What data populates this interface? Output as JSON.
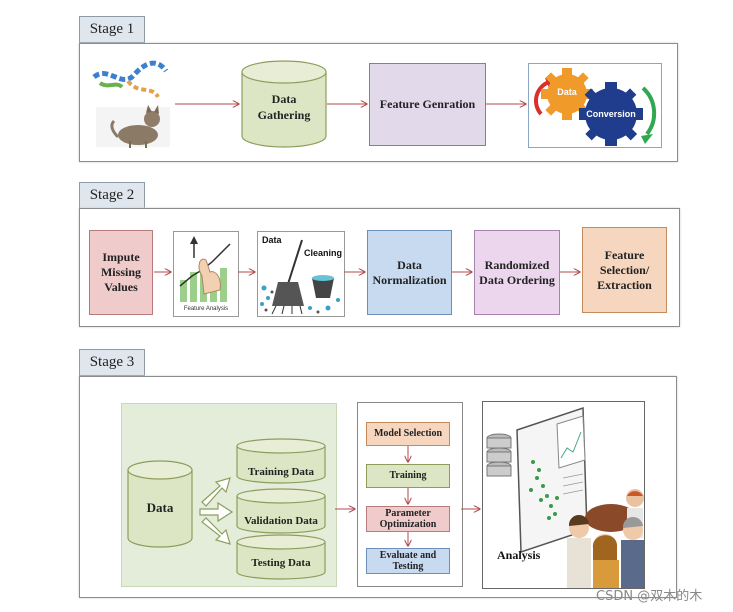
{
  "stages": [
    {
      "label": "Stage 1"
    },
    {
      "label": "Stage 2"
    },
    {
      "label": "Stage 3"
    }
  ],
  "stage1": {
    "data_gathering": "Data Gathering",
    "feature_generation": "Feature Genration",
    "gear_data": "Data",
    "gear_conversion": "Conversion"
  },
  "stage2": {
    "impute": "Impute Missing Values",
    "feature_analysis_caption": "Feature Analysis",
    "cleaning_data": "Data",
    "cleaning_word": "Cleaning",
    "normalization": "Data Normalization",
    "randomized": "Randomized Data Ordering",
    "feature_selection": "Feature Selection/ Extraction"
  },
  "stage3": {
    "data": "Data",
    "training_data": "Training Data",
    "validation_data": "Validation Data",
    "testing_data": "Testing Data",
    "model_selection": "Model Selection",
    "training": "Training",
    "parameter_optimization": "Parameter Optimization",
    "evaluate_testing": "Evaluate and Testing",
    "analysis": "Analysis"
  },
  "watermark": "CSDN @双木的木",
  "colors": {
    "arrow": "#b24a4a",
    "purple": "#e2d9ea",
    "blue": "#c7daf0",
    "pink": "#f0cbcb",
    "orange": "#f6d6be",
    "green": "#dde6c4",
    "gear_orange": "#f09a2a",
    "gear_blue": "#1f3d8c"
  }
}
